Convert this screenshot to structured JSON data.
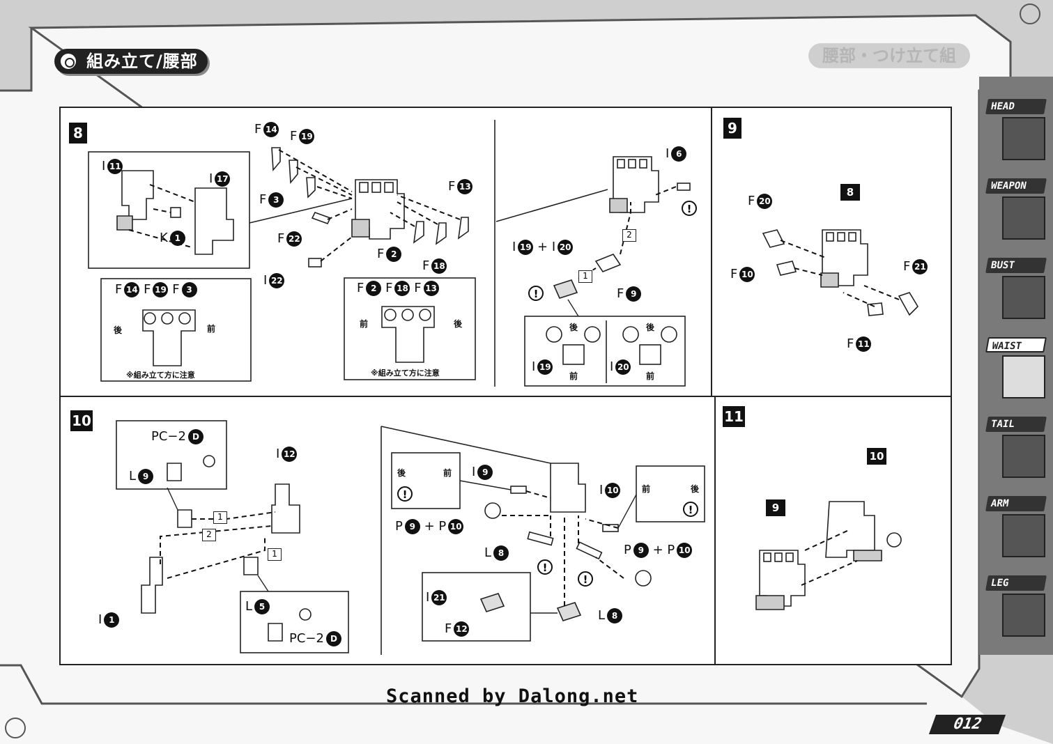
{
  "header": {
    "title": "組み立て/腰部",
    "ghost_title": "腰部・つけ立て組"
  },
  "sidetabs": [
    {
      "label": "HEAD",
      "icon": "head-icon",
      "active": false
    },
    {
      "label": "WEAPON",
      "icon": "weapon-icon",
      "active": false
    },
    {
      "label": "BUST",
      "icon": "bust-icon",
      "active": false
    },
    {
      "label": "WAIST",
      "icon": "waist-icon",
      "active": true
    },
    {
      "label": "TAIL",
      "icon": "tail-icon",
      "active": false
    },
    {
      "label": "ARM",
      "icon": "arm-icon",
      "active": false
    },
    {
      "label": "LEG",
      "icon": "leg-icon",
      "active": false
    }
  ],
  "steps": {
    "s8": {
      "number": "8",
      "parts": {
        "i11": {
          "letter": "I",
          "num": "11"
        },
        "i17": {
          "letter": "I",
          "num": "17"
        },
        "k1": {
          "letter": "K",
          "num": "1"
        },
        "f14": {
          "letter": "F",
          "num": "14"
        },
        "f19": {
          "letter": "F",
          "num": "19"
        },
        "f3": {
          "letter": "F",
          "num": "3"
        },
        "f22": {
          "letter": "F",
          "num": "22"
        },
        "i22": {
          "letter": "I",
          "num": "22"
        },
        "f2": {
          "letter": "F",
          "num": "2"
        },
        "f18": {
          "letter": "F",
          "num": "18"
        },
        "f13": {
          "letter": "F",
          "num": "13"
        },
        "i6": {
          "letter": "I",
          "num": "6"
        },
        "i19_i20": {
          "a_letter": "I",
          "a_num": "19",
          "plus": "+",
          "b_letter": "I",
          "b_num": "20"
        },
        "f9": {
          "letter": "F",
          "num": "9"
        },
        "i19": {
          "letter": "I",
          "num": "19"
        },
        "i20": {
          "letter": "I",
          "num": "20"
        }
      },
      "detail_left": {
        "labels": [
          "F",
          "14",
          "F",
          "19",
          "F",
          "3"
        ],
        "back": "後",
        "front": "前",
        "note": "※組み立て方に注意"
      },
      "detail_right": {
        "labels": [
          "F",
          "2",
          "F",
          "18",
          "F",
          "13"
        ],
        "front": "前",
        "back": "後",
        "note": "※組み立て方に注意"
      },
      "order1": "1",
      "order2": "2",
      "back_label": "後",
      "front_label": "前"
    },
    "s9": {
      "number": "9",
      "ref": "8",
      "parts": {
        "f20": {
          "letter": "F",
          "num": "20"
        },
        "f10": {
          "letter": "F",
          "num": "10"
        },
        "f21": {
          "letter": "F",
          "num": "21"
        },
        "f11": {
          "letter": "F",
          "num": "11"
        }
      }
    },
    "s10": {
      "number": "10",
      "parts": {
        "pc2_top": {
          "label": "PC−2",
          "num": "D"
        },
        "l9": {
          "letter": "L",
          "num": "9"
        },
        "i12": {
          "letter": "I",
          "num": "12"
        },
        "i1": {
          "letter": "I",
          "num": "1"
        },
        "l5": {
          "letter": "L",
          "num": "5"
        },
        "pc2_bottom": {
          "label": "PC−2",
          "num": "D"
        },
        "i9": {
          "letter": "I",
          "num": "9"
        },
        "p9_p10_left": {
          "a_letter": "P",
          "a_num": "9",
          "plus": "+",
          "b_letter": "P",
          "b_num": "10"
        },
        "l8_left": {
          "letter": "L",
          "num": "8"
        },
        "i10": {
          "letter": "I",
          "num": "10"
        },
        "p9_p10_right": {
          "a_letter": "P",
          "a_num": "9",
          "plus": "+",
          "b_letter": "P",
          "b_num": "10"
        },
        "l8_right": {
          "letter": "L",
          "num": "8"
        },
        "i21": {
          "letter": "I",
          "num": "21"
        },
        "f12": {
          "letter": "F",
          "num": "12"
        }
      },
      "orders": [
        "1",
        "2",
        "1"
      ],
      "box_left": {
        "back": "後",
        "front": "前"
      },
      "box_right": {
        "front": "前",
        "back": "後"
      }
    },
    "s11": {
      "number": "11",
      "ref_a": "9",
      "ref_b": "10"
    }
  },
  "footer": {
    "scanned": "Scanned by Dalong.net",
    "page_number": "012"
  }
}
